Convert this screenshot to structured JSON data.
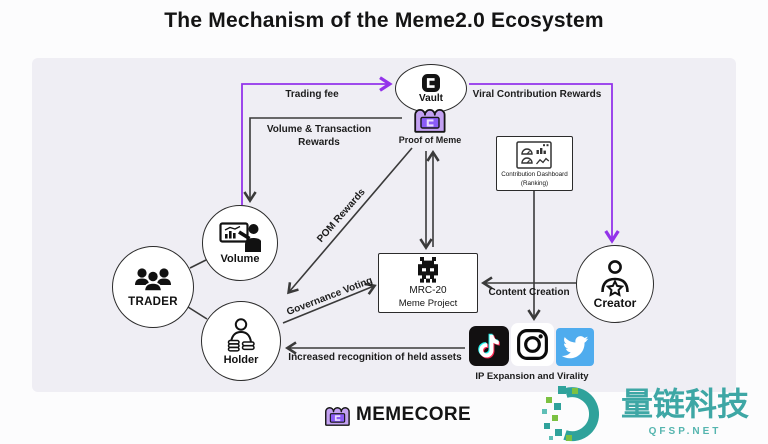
{
  "title": "The Mechanism of the Meme2.0 Ecosystem",
  "nodes": {
    "vault": {
      "label": "Vault",
      "icon": "memecore-square-icon"
    },
    "proof_of_meme": {
      "label": "Proof of Meme",
      "icon": "meme-badge-icon"
    },
    "dashboard": {
      "label_line1": "Contribution Dashboard",
      "label_line2": "(Ranking)",
      "icon": "dashboard-window-icon"
    },
    "trader": {
      "label": "TRADER",
      "icon": "people-group-icon"
    },
    "volume": {
      "label": "Volume",
      "icon": "chart-presenter-icon"
    },
    "holder": {
      "label": "Holder",
      "icon": "person-with-coins-icon"
    },
    "mrc20": {
      "label_line1": "MRC-20",
      "label_line2": "Meme Project",
      "icon": "pixel-skull-icon"
    },
    "creator": {
      "label": "Creator",
      "icon": "person-star-icon"
    }
  },
  "edges": {
    "trading_fee": "Trading fee",
    "viral_contribution_rewards": "Viral Contribution Rewards",
    "volume_transaction_rewards_line1": "Volume & Transaction",
    "volume_transaction_rewards_line2": "Rewards",
    "pom_rewards": "POM Rewards",
    "governance_voting": "Governance Voting",
    "content_creation": "Content Creation",
    "increased_recognition": "Increased recognition of held assets",
    "ip_expansion": "IP Expansion and Virality"
  },
  "social_icons": [
    "tiktok-icon",
    "instagram-icon",
    "twitter-icon"
  ],
  "footer": {
    "brand": "MEMECORE",
    "icon": "memecore-badge-icon"
  },
  "watermark": {
    "text": "量链科技",
    "subtext": "QFSP.NET",
    "icon": "pixel-ring-logo"
  },
  "colors": {
    "page_bg": "#FCFCFD",
    "panel_bg": "#EFEEF4",
    "text": "#151515",
    "line": "#3A3A3A",
    "purple": "#9333EA",
    "node_border": "#2B2B2B",
    "badge_fill": "#C3A1F2",
    "badge_inner": "#8B5CF6",
    "tiktok_bg": "#121011",
    "twitter_blue": "#4FACEE",
    "watermark_teal": "#3EA7A5",
    "watermark_green": "#7CC142"
  }
}
